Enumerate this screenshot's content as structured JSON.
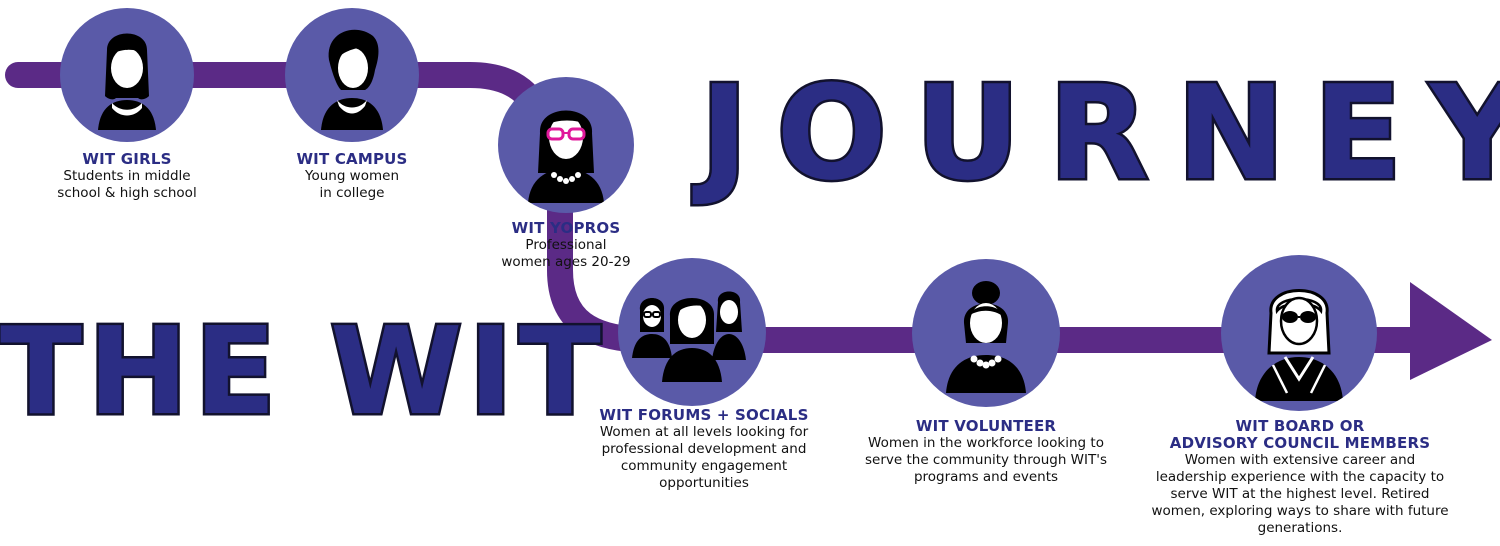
{
  "headline": {
    "word_journey": "JOURNEY",
    "word_the_wit": "THE WIT"
  },
  "stages": [
    {
      "title": "WIT GIRLS",
      "desc": [
        "Students in middle",
        "school & high school"
      ],
      "icon": "girl-silhouette-icon"
    },
    {
      "title": "WIT CAMPUS",
      "desc": [
        "Young women",
        "in college"
      ],
      "icon": "young-woman-silhouette-icon"
    },
    {
      "title": "WIT YOPROS",
      "desc": [
        "Professional",
        "women ages 20-29"
      ],
      "icon": "woman-with-glasses-icon"
    },
    {
      "title": "WIT FORUMS + SOCIALS",
      "desc": [
        "Women at all levels looking for",
        "professional development and",
        "community engagement",
        "opportunities"
      ],
      "icon": "group-of-women-icon"
    },
    {
      "title": "WIT VOLUNTEER",
      "desc": [
        "Women in the workforce looking to",
        "serve the community through WIT's",
        "programs and events"
      ],
      "icon": "woman-with-necklace-icon"
    },
    {
      "title": "WIT BOARD OR",
      "title2": "ADVISORY COUNCIL MEMBERS",
      "desc": [
        "Women with extensive career and",
        "leadership experience with the capacity to",
        "serve WIT at the highest level. Retired",
        "women, exploring ways to share with future",
        "generations."
      ],
      "icon": "senior-woman-icon"
    }
  ],
  "colors": {
    "path": "#5b2a86",
    "circle": "#5a5aa8",
    "title": "#2b2d84",
    "glasses_accent": "#e0189a"
  }
}
